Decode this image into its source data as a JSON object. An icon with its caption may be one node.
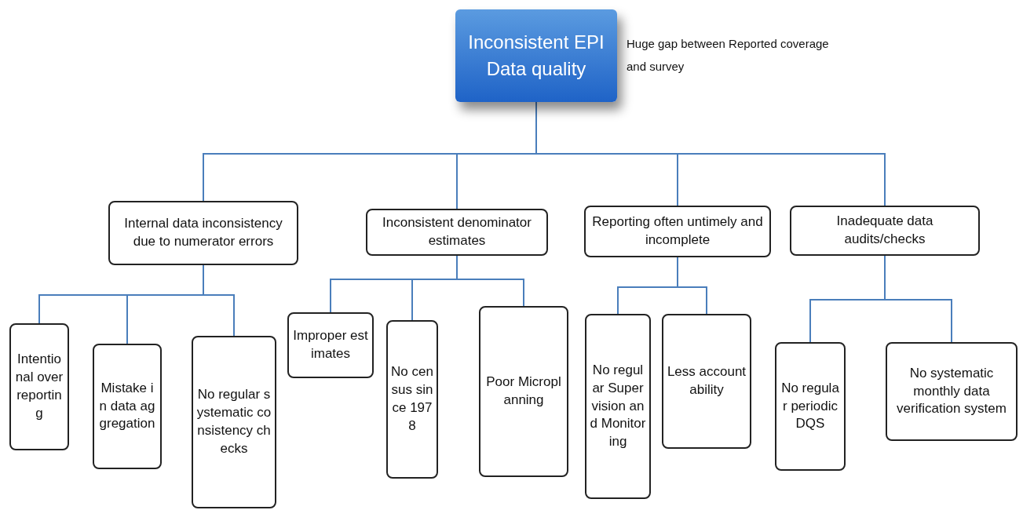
{
  "diagram": {
    "nodes": [
      {
        "text": [
          "Inconsistent EPI Data quality"
        ],
        "beside": [
          "Huge gap between Reported coverage and survey"
        ]
      },
      {
        "text": [
          "Internal data inconsistency due to numerator errors"
        ]
      },
      {
        "text": [
          "Inconsistent denominator estimates"
        ]
      },
      {
        "text": [
          "Reporting often untimely and incomplete"
        ]
      },
      {
        "text": [
          "Inadequate data audits/checks"
        ]
      },
      {
        "text": [
          "Intentional over reporting"
        ]
      },
      {
        "text": [
          "Mistake in data aggregation"
        ]
      },
      {
        "text": [
          "No regular systematic consistency checks"
        ]
      },
      {
        "text": [
          "Improper estimates"
        ]
      },
      {
        "text": [
          "No census since 1978"
        ]
      },
      {
        "text": [
          "Poor Microplanning"
        ]
      },
      {
        "text": [
          "No regular Supervision and Monitoring"
        ]
      },
      {
        "text": [
          "Less accountability"
        ]
      },
      {
        "text": [
          "No regular periodic DQS"
        ]
      },
      {
        "text": [
          "No systematic monthly data verification system"
        ]
      }
    ],
    "edges": [
      {
        "from": 0,
        "to": 1,
        "arrow": "none"
      },
      {
        "from": 0,
        "to": 2,
        "arrow": "none"
      },
      {
        "from": 0,
        "to": 3,
        "arrow": "none"
      },
      {
        "from": 0,
        "to": 4,
        "arrow": "none"
      },
      {
        "from": 1,
        "to": 5,
        "arrow": "none"
      },
      {
        "from": 1,
        "to": 6,
        "arrow": "none"
      },
      {
        "from": 1,
        "to": 7,
        "arrow": "none"
      },
      {
        "from": 2,
        "to": 8,
        "arrow": "none"
      },
      {
        "from": 2,
        "to": 9,
        "arrow": "none"
      },
      {
        "from": 2,
        "to": 10,
        "arrow": "none"
      },
      {
        "from": 3,
        "to": 11,
        "arrow": "none"
      },
      {
        "from": 3,
        "to": 12,
        "arrow": "none"
      },
      {
        "from": 4,
        "to": 13,
        "arrow": "none"
      },
      {
        "from": 4,
        "to": 14,
        "arrow": "none"
      }
    ]
  }
}
